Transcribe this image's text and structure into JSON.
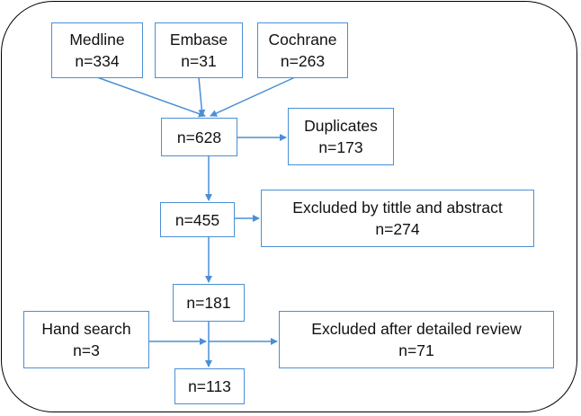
{
  "flowchart": {
    "sources": [
      {
        "name": "Medline",
        "count": "n=334"
      },
      {
        "name": "Embase",
        "count": "n=31"
      },
      {
        "name": "Cochrane",
        "count": "n=263"
      }
    ],
    "identified": {
      "count": "n=628"
    },
    "duplicates": {
      "label": "Duplicates",
      "count": "n=173"
    },
    "screened": {
      "count": "n=455"
    },
    "excluded_title_abstract": {
      "label": "Excluded by tittle and abstract",
      "count": "n=274"
    },
    "full_text": {
      "count": "n=181"
    },
    "hand_search": {
      "label": "Hand search",
      "count": "n=3"
    },
    "excluded_detailed": {
      "label": "Excluded after detailed review",
      "count": "n=71"
    },
    "included": {
      "count": "n=113"
    }
  },
  "colors": {
    "box_border": "#4a8fd6",
    "arrow": "#4a8fd6",
    "frame": "#000000"
  }
}
